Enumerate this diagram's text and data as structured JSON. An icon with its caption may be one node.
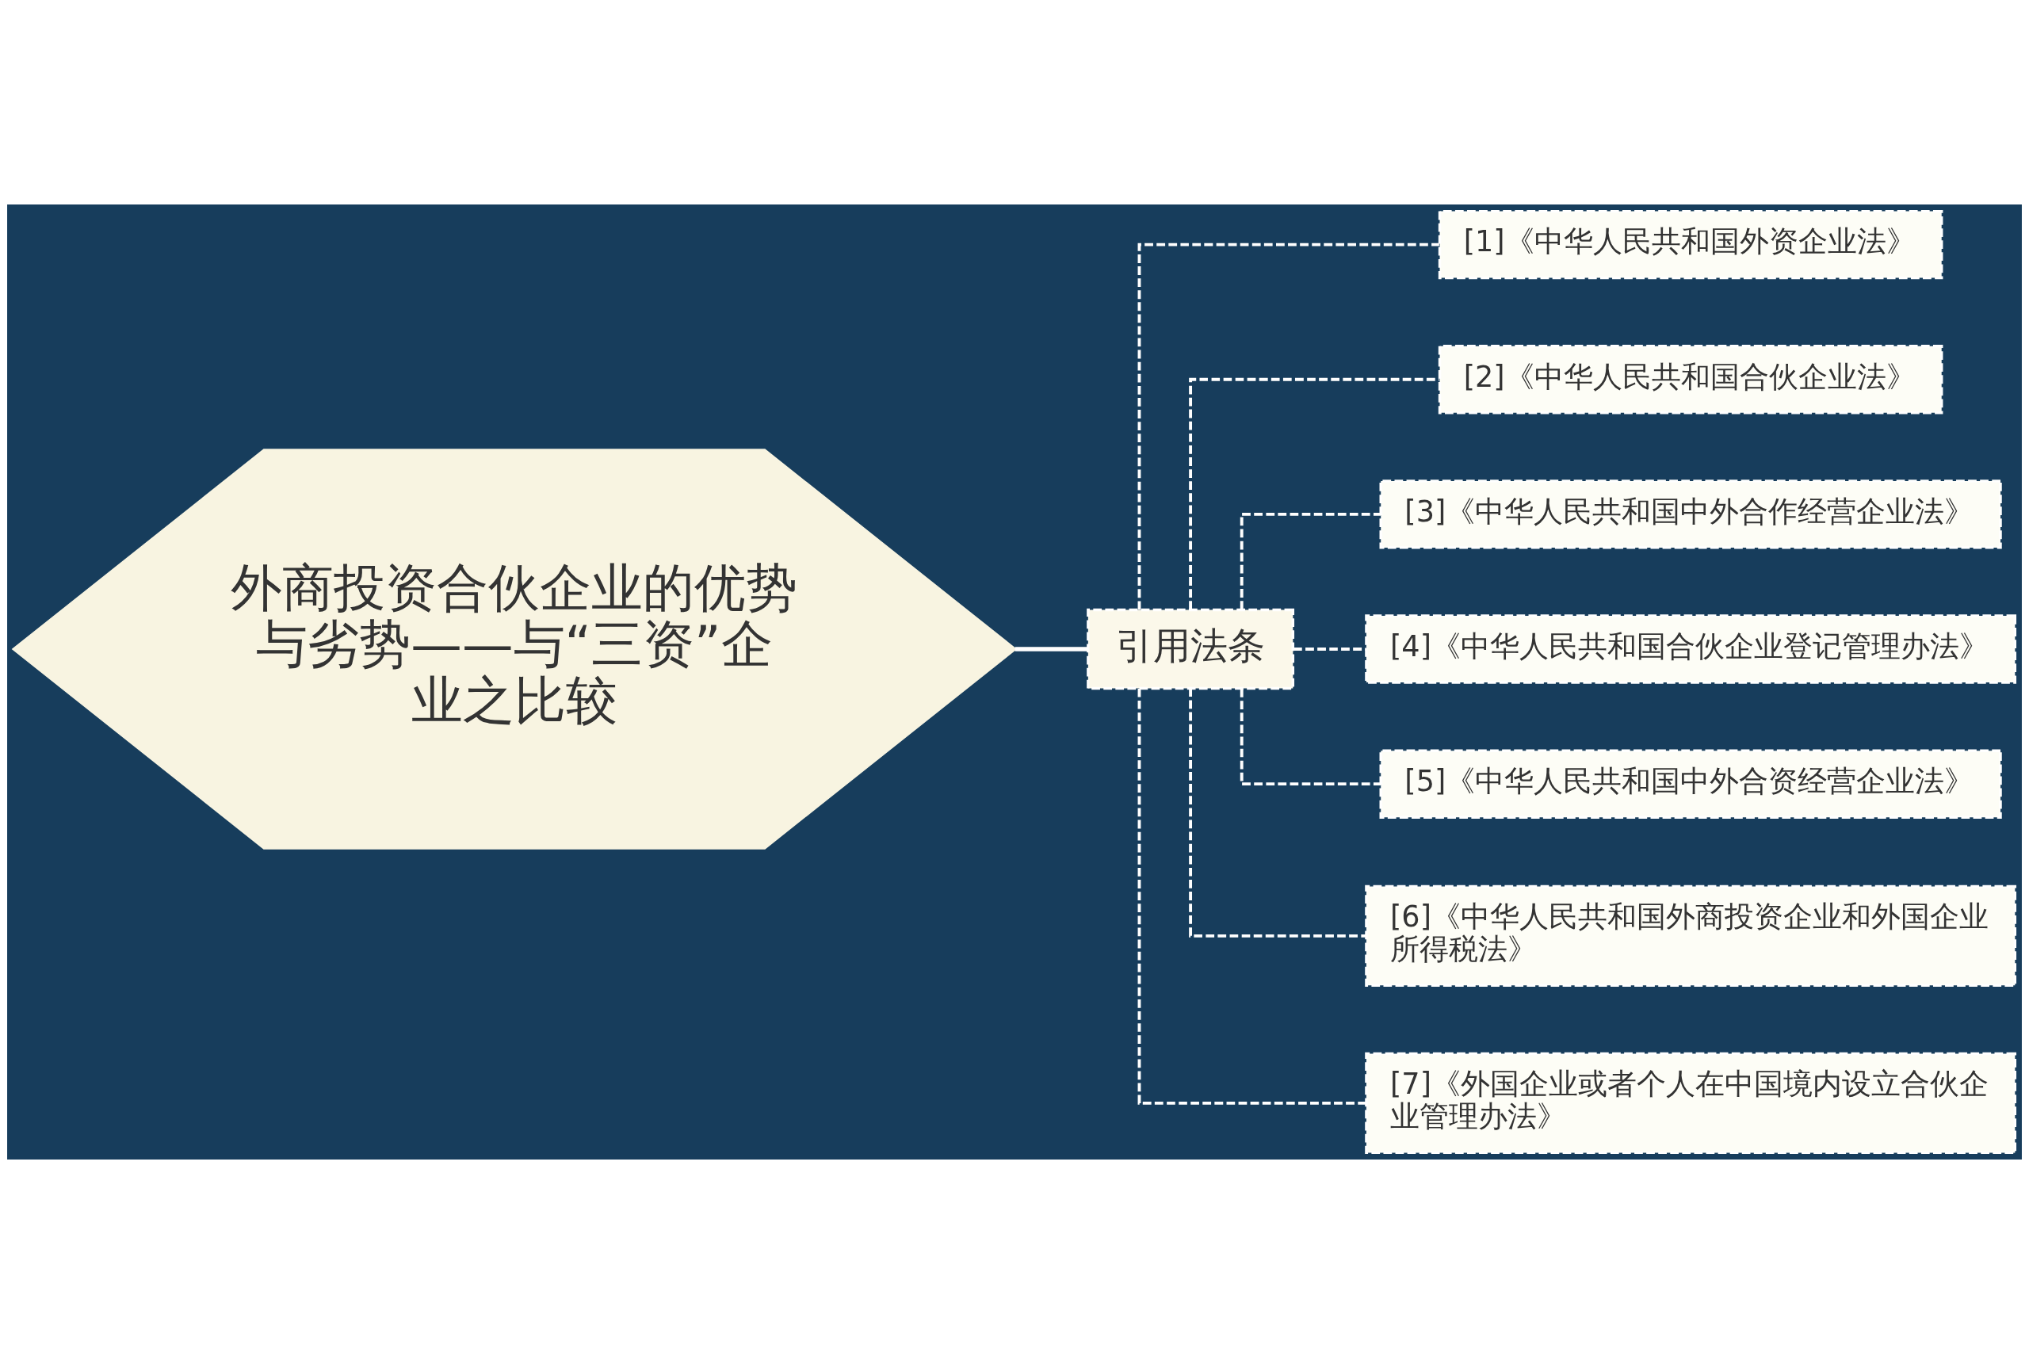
{
  "diagram": {
    "nodes": [
      {
        "text": [
          "外商投资合伙企业的优势与劣势——与“三资”企业之比较"
        ]
      },
      {
        "text": [
          "引用法条"
        ]
      },
      {
        "text": [
          "[1]《中华人民共和国外资企业法》"
        ]
      },
      {
        "text": [
          "[2]《中华人民共和国合伙企业法》"
        ]
      },
      {
        "text": [
          "[3]《中华人民共和国中外合作经营企业法》"
        ]
      },
      {
        "text": [
          "[4]《中华人民共和国合伙企业登记管理办法》"
        ]
      },
      {
        "text": [
          "[5]《中华人民共和国中外合资经营企业法》"
        ]
      },
      {
        "text": [
          "[6]《中华人民共和国外商投资企业和外国企业所得税法》"
        ]
      },
      {
        "text": [
          "[7]《外国企业或者个人在中国境内设立合伙企业管理办法》"
        ]
      }
    ],
    "edges": [
      {
        "from": 0,
        "to": 1,
        "arrow": "none"
      },
      {
        "from": 1,
        "to": 2,
        "arrow": "none",
        "style": "dashed"
      },
      {
        "from": 1,
        "to": 3,
        "arrow": "none",
        "style": "dashed"
      },
      {
        "from": 1,
        "to": 4,
        "arrow": "none",
        "style": "dashed"
      },
      {
        "from": 1,
        "to": 5,
        "arrow": "none",
        "style": "dashed"
      },
      {
        "from": 1,
        "to": 6,
        "arrow": "none",
        "style": "dashed"
      },
      {
        "from": 1,
        "to": 7,
        "arrow": "none",
        "style": "dashed"
      },
      {
        "from": 1,
        "to": 8,
        "arrow": "none",
        "style": "dashed"
      }
    ]
  }
}
